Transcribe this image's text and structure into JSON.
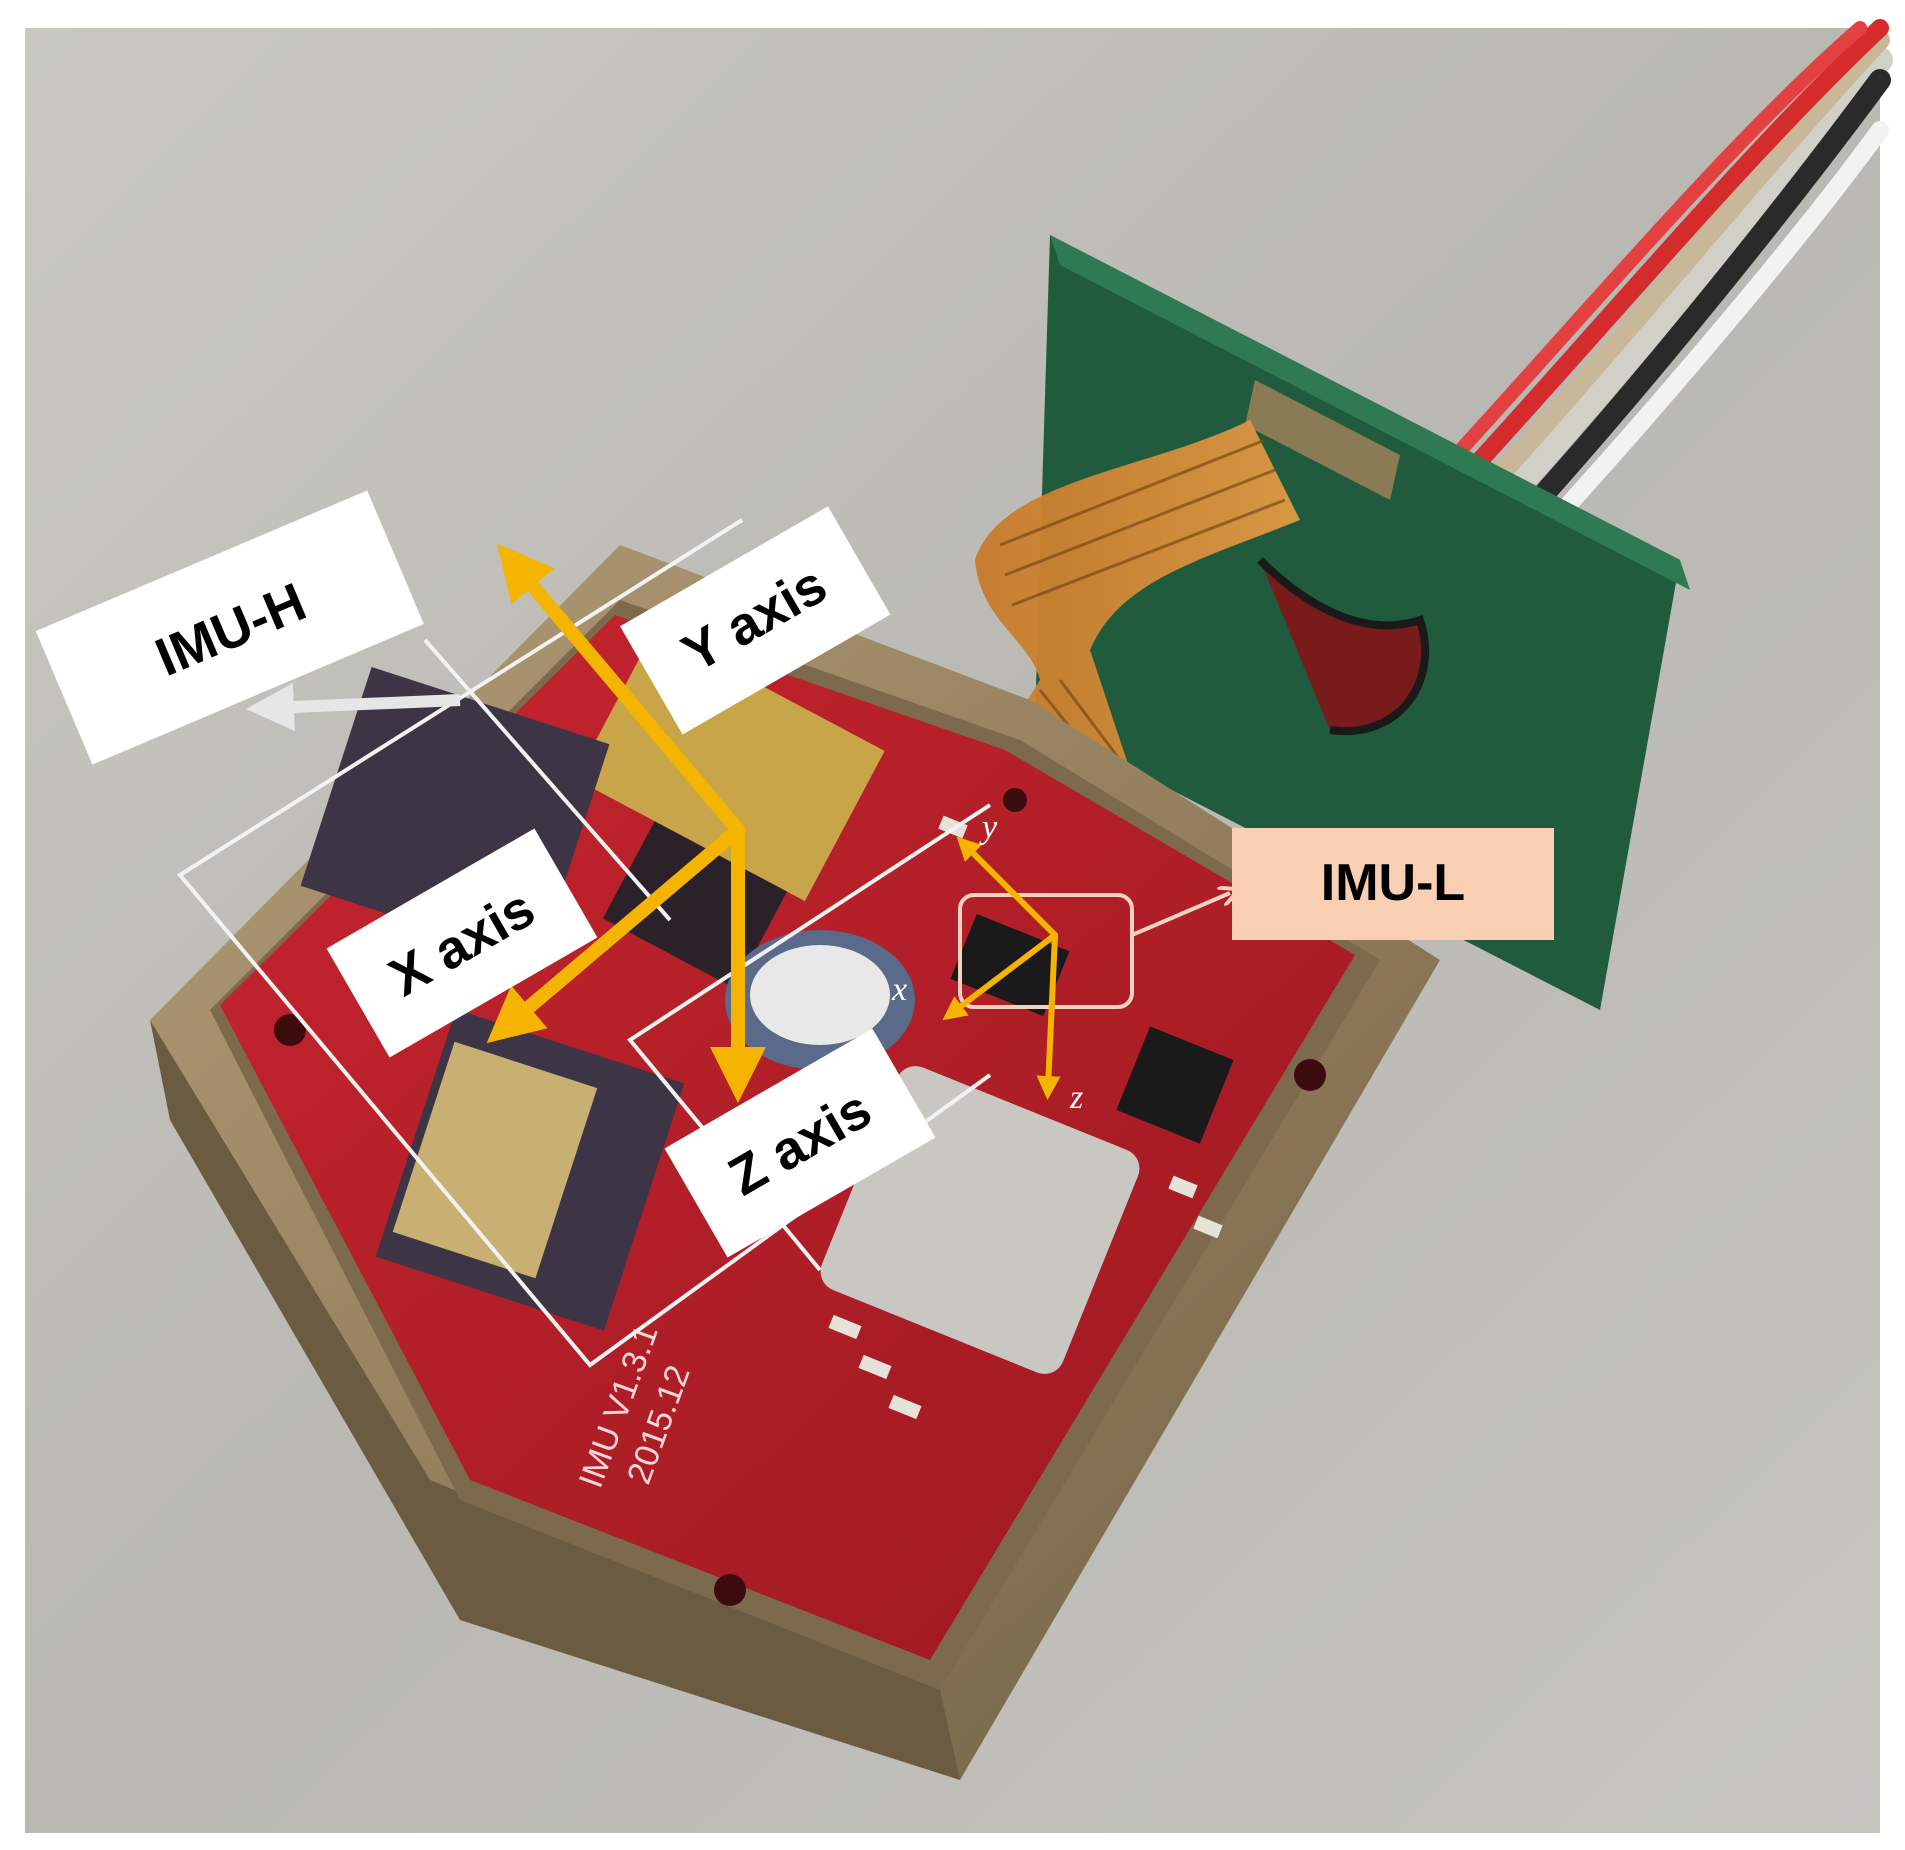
{
  "labels": {
    "imu_h": "IMU-H",
    "imu_l": "IMU-L",
    "x_axis": "X axis",
    "y_axis": "Y axis",
    "z_axis": "Z axis"
  },
  "small_axes": {
    "x": "x",
    "y": "y",
    "z": "z"
  },
  "board_text": {
    "line1": "IMU V1.3.1",
    "line2": "2015.12"
  },
  "colors": {
    "axis_arrow": "#f5b400",
    "imu_l_box": "#f8cfb3",
    "label_box": "#ffffff",
    "pcb": "#b8202a",
    "frame": "#a08a66",
    "background": "#bdbcb6"
  }
}
